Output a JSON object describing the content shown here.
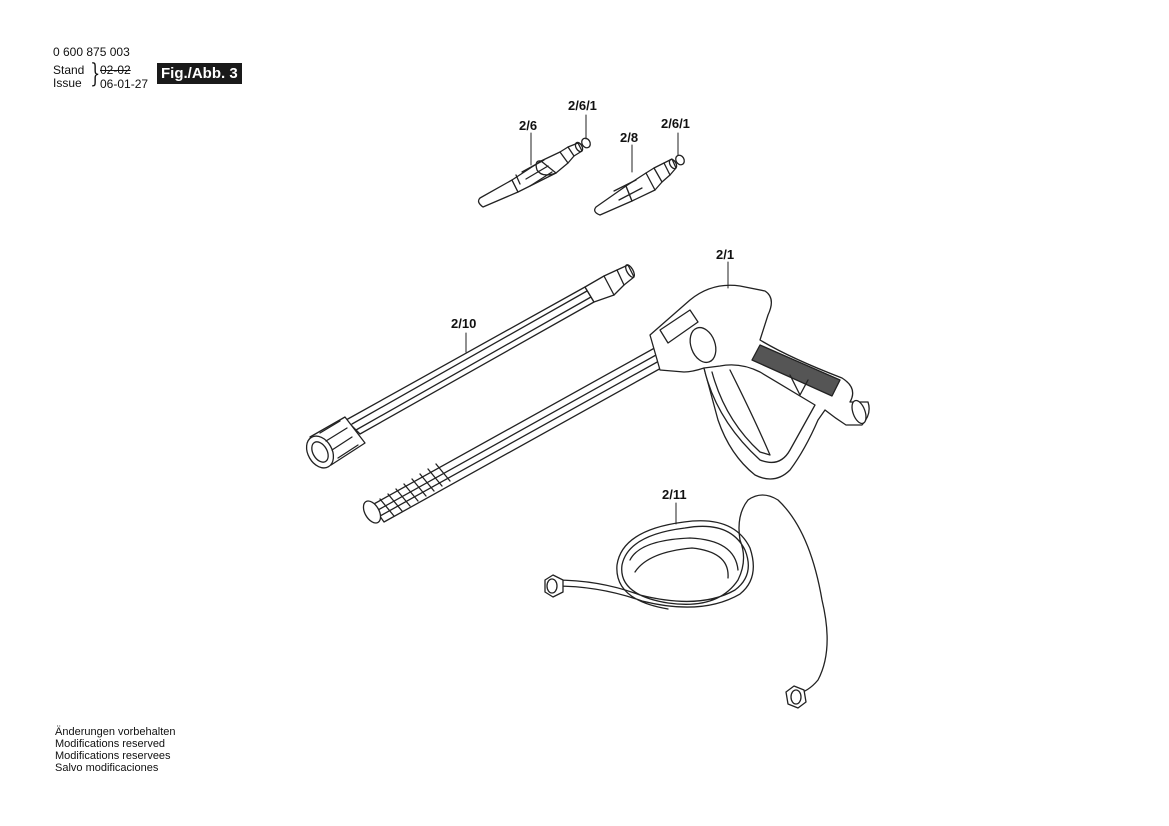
{
  "header": {
    "doc_number": "0 600 875 003",
    "stand_label": "Stand",
    "issue_label": "Issue",
    "old_date": "02-02",
    "new_date": "06-01-27",
    "figure_badge": "Fig./Abb. 3"
  },
  "callouts": {
    "nozzle_1": "2/6",
    "oring_1": "2/6/1",
    "nozzle_2": "2/8",
    "oring_2": "2/6/1",
    "gun": "2/1",
    "extension": "2/10",
    "hose": "2/11"
  },
  "footer": {
    "lines": [
      "Änderungen vorbehalten",
      "Modifications reserved",
      "Modifications reservees",
      "Salvo modificaciones"
    ]
  }
}
